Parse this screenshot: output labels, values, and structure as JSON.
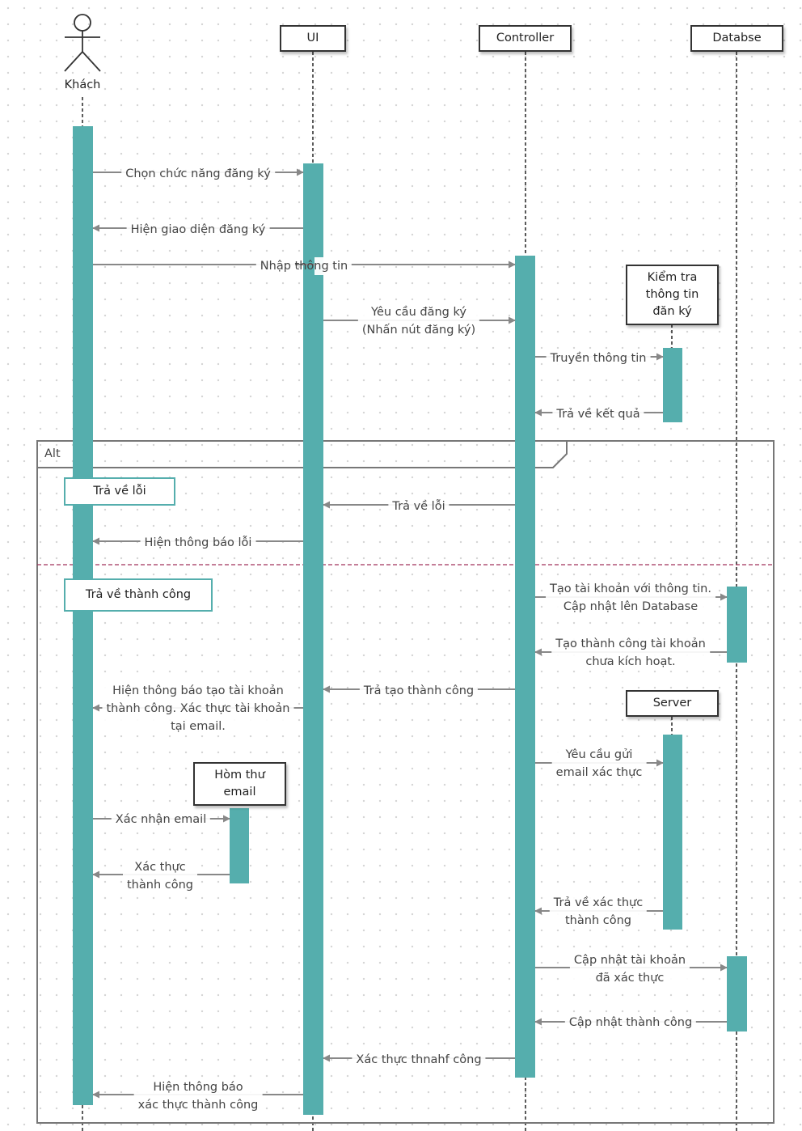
{
  "actor": {
    "name": "Khách"
  },
  "lifelines": [
    {
      "id": "ui",
      "label": "UI"
    },
    {
      "id": "controller",
      "label": "Controller"
    },
    {
      "id": "database",
      "label": "Databse"
    }
  ],
  "notes": {
    "validate": "Kiểm tra\nthông tin\nđăn ký",
    "server": "Server",
    "mailbox": "Hòm thư\nemail"
  },
  "alt": {
    "label": "Alt",
    "branch_error": "Trả về lỗi",
    "branch_success": "Trả về thành công"
  },
  "messages": [
    {
      "id": "m1",
      "text": "Chọn chức năng đăng ký"
    },
    {
      "id": "m2",
      "text": "Hiện giao diện đăng ký"
    },
    {
      "id": "m3",
      "text": "Nhập thông tin"
    },
    {
      "id": "m4",
      "text": "Yêu cầu đăng ký\n(Nhấn nút đăng ký)"
    },
    {
      "id": "m5",
      "text": "Truyền thông tin"
    },
    {
      "id": "m6",
      "text": "Trả về kết quả"
    },
    {
      "id": "m7",
      "text": "Trả về lỗi"
    },
    {
      "id": "m8",
      "text": "Hiện thông báo lỗi"
    },
    {
      "id": "m9",
      "text": "Tạo tài khoản với thông tin.\nCập nhật lên Database"
    },
    {
      "id": "m10",
      "text": "Tạo thành công tài khoản\nchưa kích hoạt."
    },
    {
      "id": "m11",
      "text": "Trả tạo thành công"
    },
    {
      "id": "m12",
      "text": "Hiện thông báo tạo tài khoản\nthành công. Xác thực tài khoản\ntại email."
    },
    {
      "id": "m13",
      "text": "Yêu cầu gửi\nemail xác thực"
    },
    {
      "id": "m14",
      "text": "Xác nhận email"
    },
    {
      "id": "m15",
      "text": "Xác thực\nthành công"
    },
    {
      "id": "m16",
      "text": "Trả về xác thực\nthành công"
    },
    {
      "id": "m17",
      "text": "Cập nhật tài khoản\nđã xác thực"
    },
    {
      "id": "m18",
      "text": "Cập nhật thành công"
    },
    {
      "id": "m19",
      "text": "Xác thực thnahf công"
    },
    {
      "id": "m20",
      "text": "Hiện thông báo\nxác thực thành công"
    }
  ],
  "colors": {
    "activation": "#55aead",
    "line": "#333333",
    "arrow": "#888888",
    "alt_frame": "#777777",
    "alt_divider": "#a0325a"
  }
}
